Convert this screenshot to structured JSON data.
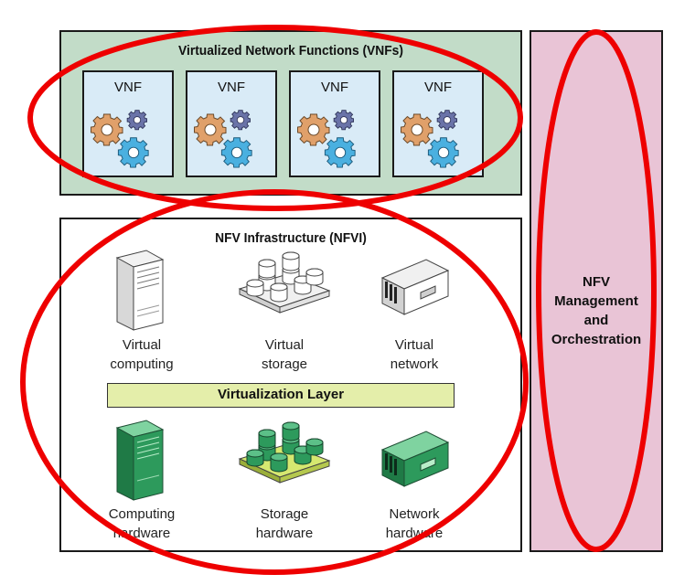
{
  "vnf_panel": {
    "title": "Virtualized Network Functions (VNFs)"
  },
  "vnfs": [
    {
      "label": "VNF"
    },
    {
      "label": "VNF"
    },
    {
      "label": "VNF"
    },
    {
      "label": "VNF"
    }
  ],
  "nfvi_panel": {
    "title": "NFV Infrastructure (NFVI)",
    "virtual": [
      {
        "line1": "Virtual",
        "line2": "computing"
      },
      {
        "line1": "Virtual",
        "line2": "storage"
      },
      {
        "line1": "Virtual",
        "line2": "network"
      }
    ],
    "layer": "Virtualization Layer",
    "hardware": [
      {
        "line1": "Computing",
        "line2": "hardware"
      },
      {
        "line1": "Storage",
        "line2": "hardware"
      },
      {
        "line1": "Network",
        "line2": "hardware"
      }
    ]
  },
  "mano_panel": {
    "line1": "NFV",
    "line2": "Management",
    "line3": "and",
    "line4": "Orchestration"
  },
  "colors": {
    "vnf_panel_bg": "#c2dcc8",
    "mano_panel_bg": "#e9c4d6",
    "layer_bg": "#e4eeaa",
    "vnf_card_bg": "#d9ebf7",
    "gear_orange": "#e0a06a",
    "gear_purple": "#6a73a8",
    "gear_blue": "#4ab0e0",
    "hardware_green": "#2d9a5c",
    "highlight_ellipse": "#ee0000"
  }
}
